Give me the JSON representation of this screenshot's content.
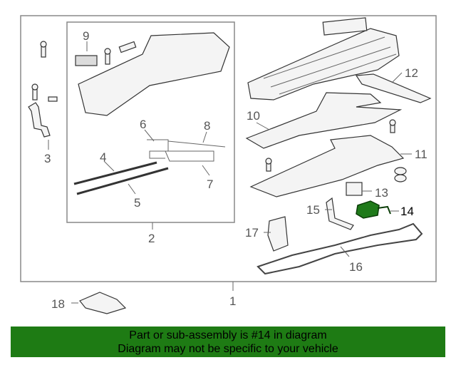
{
  "diagram": {
    "callouts": {
      "c1": "1",
      "c2": "2",
      "c3": "3",
      "c4": "4",
      "c5": "5",
      "c6": "6",
      "c7": "7",
      "c8": "8",
      "c9": "9",
      "c10": "10",
      "c11": "11",
      "c12": "12",
      "c13": "13",
      "c14": "14",
      "c15": "15",
      "c16": "16",
      "c17": "17",
      "c18": "18"
    },
    "highlight_color": "#1e7b14",
    "highlighted_part": "14"
  },
  "banner": {
    "line1": "Part or sub-assembly is #14 in diagram",
    "line2": "Diagram may not be specific to your vehicle"
  }
}
